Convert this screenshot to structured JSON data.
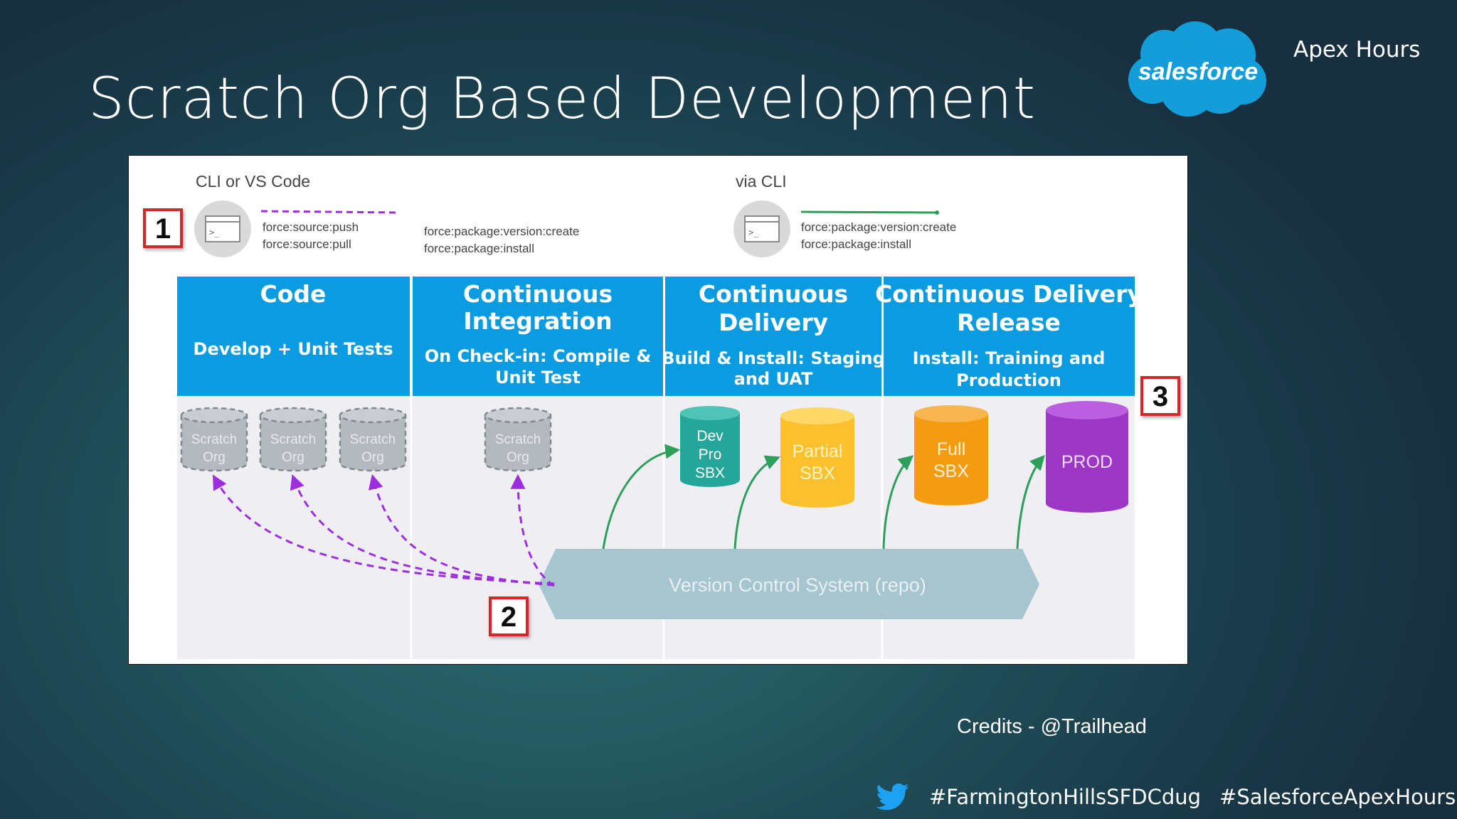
{
  "slide": {
    "title": "Scratch Org Based Development",
    "brand_text": "Apex Hours",
    "logo_text": "salesforce",
    "credits": "Credits - @Trailhead",
    "hashtags": [
      "#FarmingtonHillsSFDCdug",
      "#SalesforceApexHours"
    ],
    "icons": [
      "salesforce-cloud-logo",
      "twitter-bird-icon",
      "terminal-icon"
    ]
  },
  "diagram": {
    "top_left": {
      "label": "CLI or VS Code",
      "commands": [
        "force:source:push",
        "force:source:pull"
      ]
    },
    "middle_commands": [
      "force:package:version:create",
      "force:package:install"
    ],
    "top_right": {
      "label": "via CLI",
      "commands": [
        "force:package:version:create",
        "force:package:install"
      ]
    },
    "badges": [
      "1",
      "2",
      "3"
    ],
    "stages": [
      {
        "title_lines": [
          "Code"
        ],
        "desc_lines": [
          "Develop + Unit Tests"
        ]
      },
      {
        "title_lines": [
          "Continuous",
          "Integration"
        ],
        "desc_lines": [
          "On Check-in: Compile &",
          "Unit Test"
        ]
      },
      {
        "title_lines": [
          "Continuous",
          "Delivery"
        ],
        "desc_lines": [
          "Build & Install: Staging",
          "and UAT"
        ]
      },
      {
        "title_lines": [
          "Continuous Delivery",
          "Release"
        ],
        "desc_lines": [
          "Install: Training and",
          "Production"
        ]
      }
    ],
    "scratch_org_lines": [
      "Scratch",
      "Org"
    ],
    "environments": [
      {
        "lines": [
          "Dev",
          "Pro",
          "SBX"
        ],
        "color": "#26a69a"
      },
      {
        "lines": [
          "Partial",
          "SBX"
        ],
        "color": "#fbc02d"
      },
      {
        "lines": [
          "Full",
          "SBX"
        ],
        "color": "#f39c12"
      },
      {
        "lines": [
          "PROD"
        ],
        "color": "#9c36c4"
      }
    ],
    "vcs_label": "Version Control System (repo)",
    "colors": {
      "stage_header": "#0a9be0",
      "stage_body": "#efeff3",
      "dashed_arrow": "#9c2ee0",
      "solid_arrow": "#2e9e5b",
      "vcs": "#a6c5ce",
      "badge_border": "#d6262c"
    }
  }
}
